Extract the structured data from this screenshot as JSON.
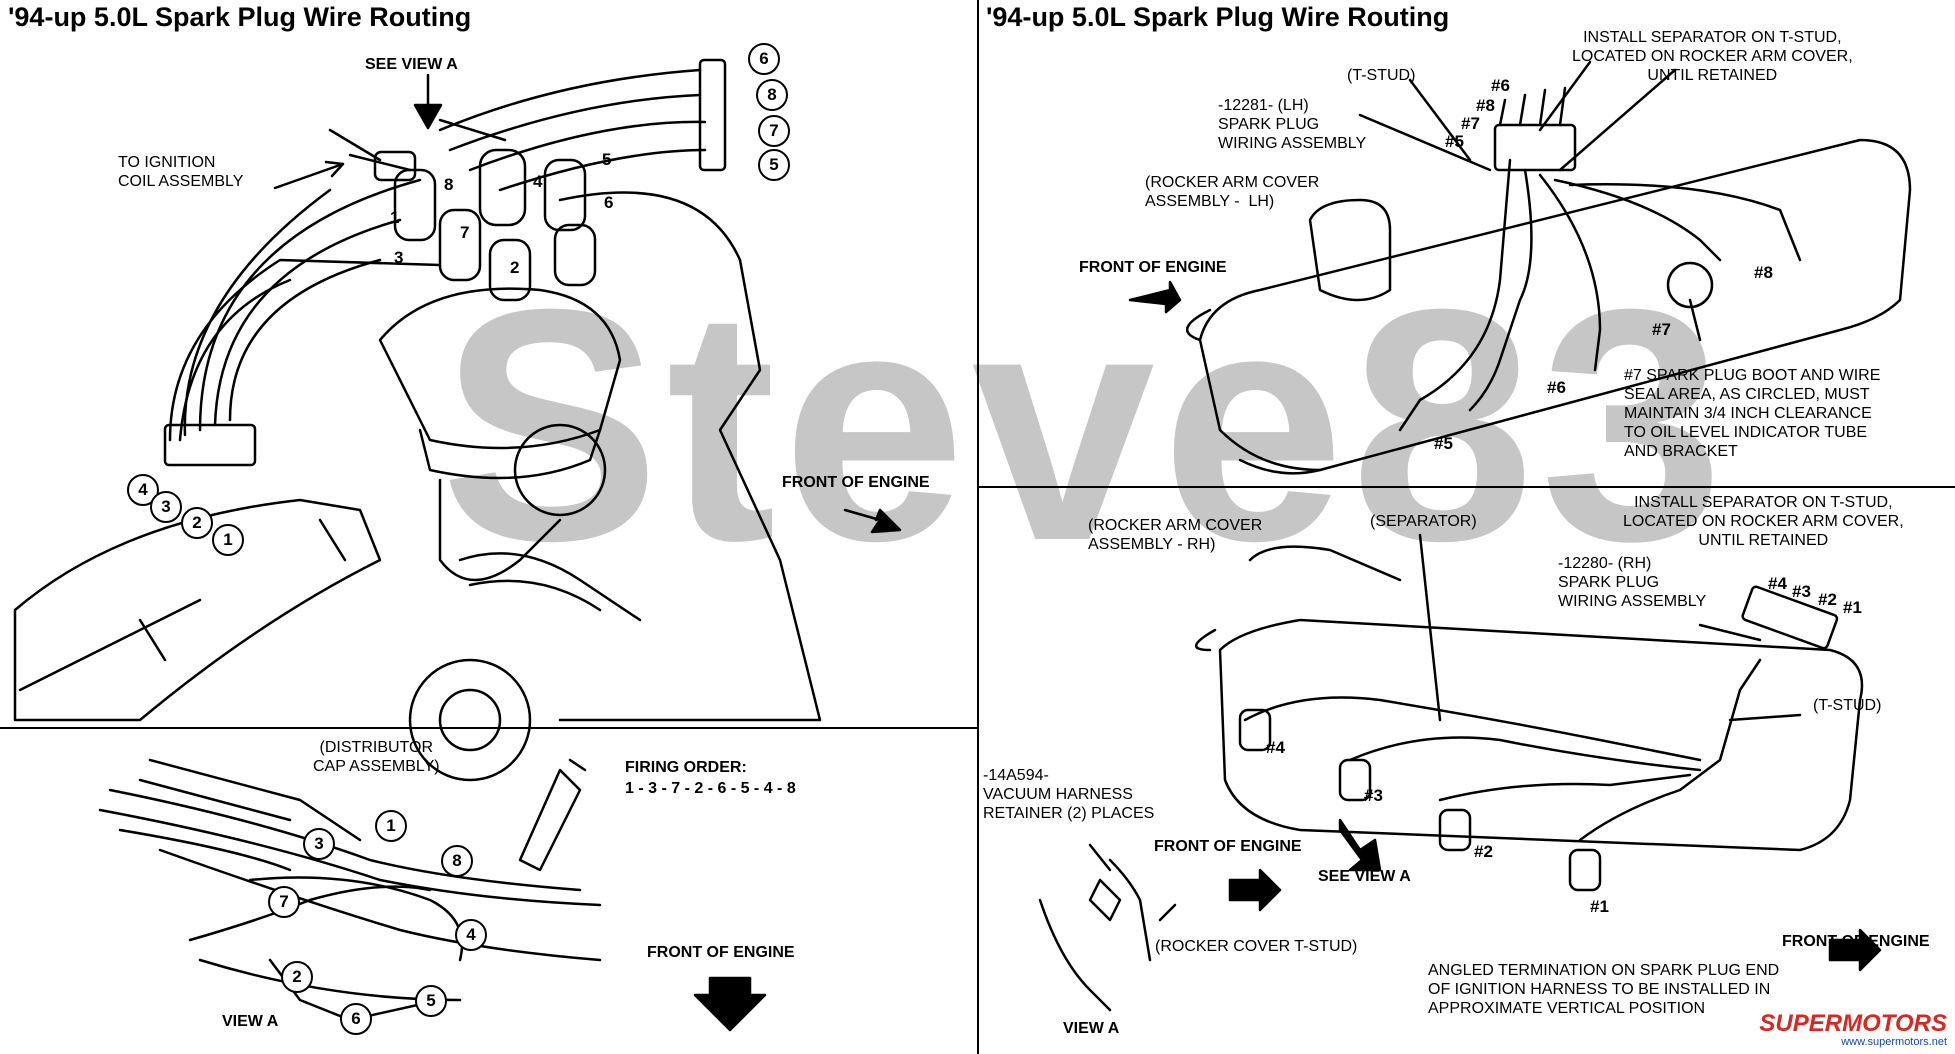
{
  "titles": {
    "left": "'94-up 5.0L Spark Plug Wire Routing",
    "right": "'94-up 5.0L Spark Plug Wire Routing"
  },
  "left_panel": {
    "see_view_a": "SEE VIEW A",
    "to_ignition": "TO IGNITION\nCOIL ASSEMBLY",
    "front_of_engine": "FRONT OF ENGINE",
    "cap_numbers": [
      "8",
      "4",
      "5",
      "6",
      "1",
      "3",
      "7",
      "2"
    ],
    "connector_numbers_right": [
      "6",
      "8",
      "7",
      "5"
    ],
    "connector_numbers_left": [
      "4",
      "3",
      "2",
      "1"
    ]
  },
  "view_a": {
    "distributor_cap": "(DISTRIBUTOR\nCAP ASSEMBLY)",
    "firing_order_label": "FIRING ORDER:",
    "firing_order": "1 - 3 - 7 - 2 - 6 - 5 - 4 - 8",
    "front_of_engine": "FRONT OF ENGINE",
    "caption": "VIEW A",
    "numbers": [
      "1",
      "3",
      "8",
      "7",
      "4",
      "2",
      "5",
      "6"
    ]
  },
  "lh_panel": {
    "install_separator": "INSTALL SEPARATOR ON T-STUD,\nLOCATED ON ROCKER ARM COVER,\nUNTIL RETAINED",
    "t_stud": "(T-STUD)",
    "wiring_assembly": "-12281- (LH)\nSPARK PLUG\nWIRING ASSEMBLY",
    "rocker_cover": "(ROCKER ARM COVER\nASSEMBLY -  LH)",
    "front_of_engine": "FRONT OF ENGINE",
    "boot_note": "#7 SPARK PLUG BOOT AND WIRE\nSEAL AREA, AS CIRCLED, MUST\nMAINTAIN 3/4 INCH CLEARANCE\nTO OIL LEVEL INDICATOR TUBE\nAND BRACKET",
    "plug_tags": [
      "#5",
      "#6",
      "#7",
      "#8"
    ],
    "connector_tags": [
      "#6",
      "#8",
      "#7",
      "#5"
    ]
  },
  "rh_panel": {
    "install_separator": "INSTALL SEPARATOR ON T-STUD,\nLOCATED ON ROCKER ARM COVER,\nUNTIL RETAINED",
    "rocker_cover": "(ROCKER ARM COVER\nASSEMBLY - RH)",
    "separator": "(SEPARATOR)",
    "wiring_assembly": "-12280- (RH)\nSPARK PLUG\nWIRING ASSEMBLY",
    "t_stud": "(T-STUD)",
    "vacuum_harness": "-14A594-\nVACUUM HARNESS\nRETAINER (2) PLACES",
    "front_of_engine_1": "FRONT OF ENGINE",
    "see_view_a": "SEE VIEW A",
    "rocker_tstud": "(ROCKER COVER T-STUD)",
    "front_of_engine_2": "FRONT OF ENGINE",
    "angled_note": "ANGLED TERMINATION ON SPARK PLUG END\nOF IGNITION HARNESS TO BE INSTALLED IN\nAPPROXIMATE VERTICAL POSITION",
    "caption": "VIEW A",
    "plug_tags": [
      "#4",
      "#3",
      "#2",
      "#1"
    ],
    "connector_tags": [
      "#4",
      "#3",
      "#2",
      "#1"
    ]
  },
  "watermark": "Steve83",
  "branding": {
    "logo": "SUPERMOTORS",
    "url": "www.supermotors.net"
  },
  "colors": {
    "line": "#000000",
    "background": "#ffffff",
    "brand_red": "#d72821",
    "brand_blue": "#1a47a8"
  }
}
